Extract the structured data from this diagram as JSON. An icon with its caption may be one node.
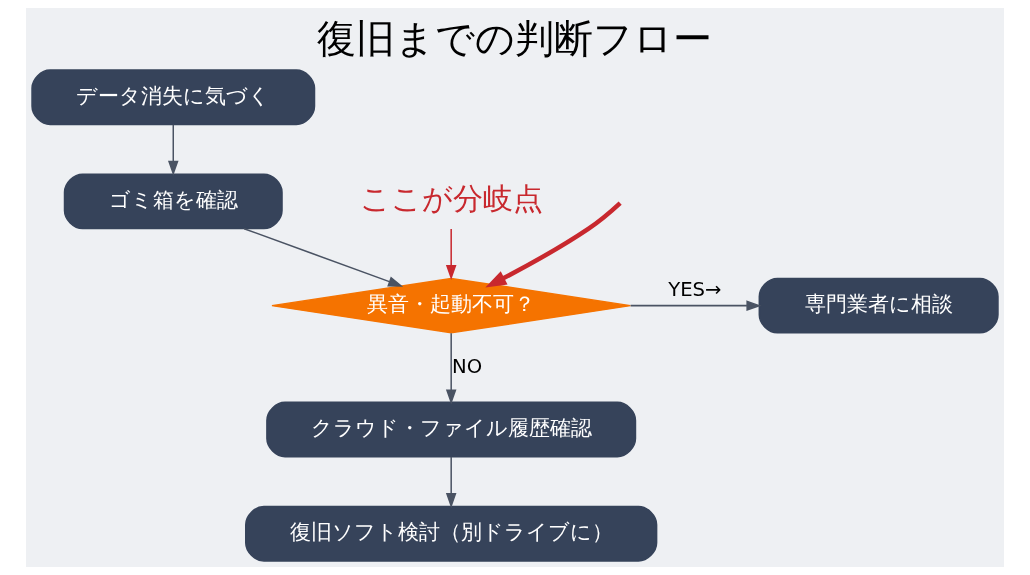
{
  "diagram": {
    "title": "復旧までの判断フロー",
    "nodes": [
      {
        "text": [
          "データ消失に気づく"
        ]
      },
      {
        "text": [
          "ゴミ箱を確認"
        ]
      },
      {
        "text": [
          "異音・起動不可？"
        ]
      },
      {
        "text": [
          "専門業者に相談"
        ]
      },
      {
        "text": [
          "クラウド・ファイル履歴確認"
        ]
      },
      {
        "text": [
          "復旧ソフト検討（別ドライブに）"
        ]
      },
      {
        "text": [
          "ここが分岐点"
        ]
      }
    ],
    "edges": [
      {
        "from": 0,
        "to": 1,
        "arrow": "to"
      },
      {
        "from": 1,
        "to": 2,
        "arrow": "to"
      },
      {
        "from": 2,
        "to": 3,
        "arrow": "to",
        "label": "YES→"
      },
      {
        "from": 2,
        "to": 4,
        "arrow": "to",
        "label": "NO"
      },
      {
        "from": 4,
        "to": 5,
        "arrow": "to"
      },
      {
        "from": 6,
        "to": 2,
        "arrow": "to",
        "color": "#c8282e"
      },
      {
        "from": null,
        "to": 2,
        "arrow": "to",
        "style": "thick",
        "color": "#c8282e"
      }
    ]
  }
}
